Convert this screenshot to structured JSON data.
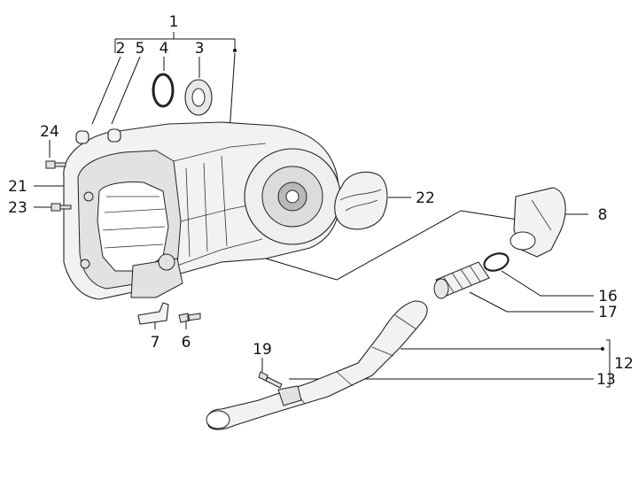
{
  "diagram": {
    "callouts": [
      {
        "id": "c1",
        "text": "1"
      },
      {
        "id": "c2",
        "text": "2"
      },
      {
        "id": "c5",
        "text": "5"
      },
      {
        "id": "c4",
        "text": "4"
      },
      {
        "id": "c3",
        "text": "3"
      },
      {
        "id": "c24",
        "text": "24"
      },
      {
        "id": "c21",
        "text": "21"
      },
      {
        "id": "c23",
        "text": "23"
      },
      {
        "id": "c22",
        "text": "22"
      },
      {
        "id": "c8",
        "text": "8"
      },
      {
        "id": "c16",
        "text": "16"
      },
      {
        "id": "c17",
        "text": "17"
      },
      {
        "id": "c7",
        "text": "7"
      },
      {
        "id": "c6",
        "text": "6"
      },
      {
        "id": "c19",
        "text": "19"
      },
      {
        "id": "c12",
        "text": "12"
      },
      {
        "id": "c13",
        "text": "13"
      }
    ]
  }
}
